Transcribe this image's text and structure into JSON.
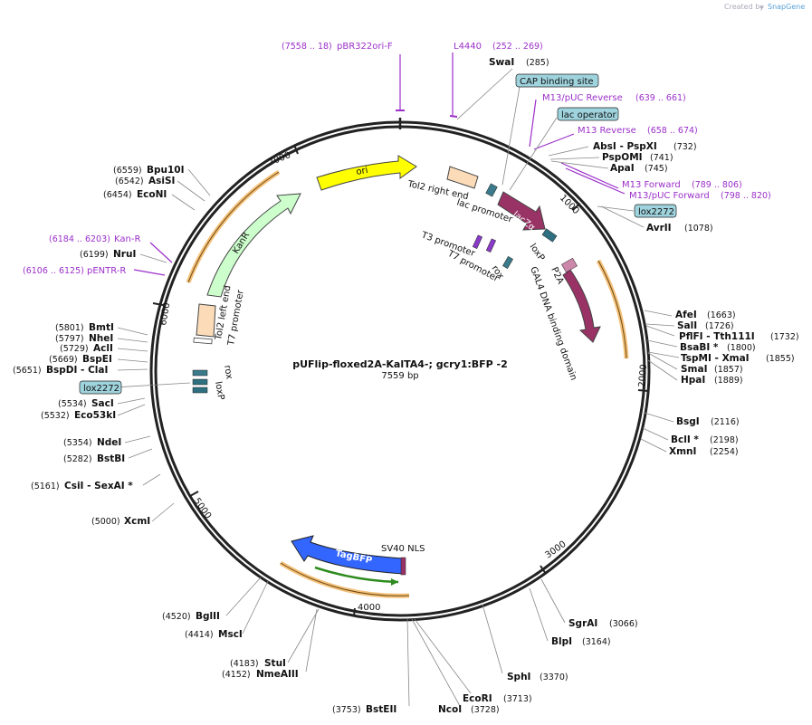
{
  "brand": {
    "created_by": "Created by",
    "product": "SnapGene"
  },
  "plasmid": {
    "name": "pUFlip-floxed2A-KalTA4-; gcry1:BFP -2",
    "length": "7559 bp"
  },
  "ticks": [
    "1000",
    "2000",
    "3000",
    "4000",
    "5000",
    "6000",
    "7000"
  ],
  "enzymes": [
    {
      "name": "SwaI",
      "pos": "(285)"
    },
    {
      "name": "AbsI",
      "sep": " - ",
      "name2": "PspXI",
      "pos": "(732)"
    },
    {
      "name": "PspOMI",
      "pos": "(741)"
    },
    {
      "name": "ApaI",
      "pos": "(745)"
    },
    {
      "name": "AvrII",
      "pos": "(1078)"
    },
    {
      "name": "AfeI",
      "pos": "(1663)"
    },
    {
      "name": "SalI",
      "pos": "(1726)"
    },
    {
      "name": "PflFI",
      "sep": " - ",
      "name2": "Tth111I",
      "pos": "(1732)"
    },
    {
      "name": "BsaBI *",
      "pos": "(1800)"
    },
    {
      "name": "TspMI",
      "sep": " - ",
      "name2": "XmaI",
      "pos": "(1855)"
    },
    {
      "name": "SmaI",
      "pos": "(1857)"
    },
    {
      "name": "HpaI",
      "pos": "(1889)"
    },
    {
      "name": "BsgI",
      "pos": "(2116)"
    },
    {
      "name": "BclI *",
      "pos": "(2198)"
    },
    {
      "name": "XmnI",
      "pos": "(2254)"
    },
    {
      "name": "SgrAI",
      "pos": "(3066)"
    },
    {
      "name": "BlpI",
      "pos": "(3164)"
    },
    {
      "name": "SphI",
      "pos": "(3370)"
    },
    {
      "name": "EcoRI",
      "pos": "(3713)"
    },
    {
      "name": "NcoI",
      "pos": "(3728)"
    },
    {
      "name": "BstEII",
      "pos": "(3753)"
    },
    {
      "name": "NmeAIII",
      "pos": "(4152)"
    },
    {
      "name": "StuI",
      "pos": "(4183)"
    },
    {
      "name": "MscI",
      "pos": "(4414)"
    },
    {
      "name": "BglII",
      "pos": "(4520)"
    },
    {
      "name": "XcmI",
      "pos": "(5000)"
    },
    {
      "name": "CsiI",
      "sep": " - ",
      "name2": "SexAI *",
      "pos": "(5161)"
    },
    {
      "name": "BstBI",
      "pos": "(5282)"
    },
    {
      "name": "NdeI",
      "pos": "(5354)"
    },
    {
      "name": "Eco53kI",
      "pos": "(5532)"
    },
    {
      "name": "SacI",
      "pos": "(5534)"
    },
    {
      "name": "BspDI",
      "sep": " - ",
      "name2": "ClaI",
      "pos": "(5651)"
    },
    {
      "name": "BspEI",
      "pos": "(5669)"
    },
    {
      "name": "AclI",
      "pos": "(5729)"
    },
    {
      "name": "NheI",
      "pos": "(5797)"
    },
    {
      "name": "BmtI",
      "pos": "(5801)"
    },
    {
      "name": "NruI",
      "pos": "(6199)"
    },
    {
      "name": "EcoNI",
      "pos": "(6454)"
    },
    {
      "name": "AsiSI",
      "pos": "(6542)"
    },
    {
      "name": "Bpu10I",
      "pos": "(6559)"
    }
  ],
  "primers": [
    {
      "name": "pBR322ori-F",
      "range": "(7558 .. 18)"
    },
    {
      "name": "L4440",
      "range": "(252 .. 269)"
    },
    {
      "name": "M13/pUC Reverse",
      "range": "(639 .. 661)"
    },
    {
      "name": "M13 Reverse",
      "range": "(658 .. 674)"
    },
    {
      "name": "M13 Forward",
      "range": "(789 .. 806)"
    },
    {
      "name": "M13/pUC Forward",
      "range": "(798 .. 820)"
    },
    {
      "name": "Kan-R",
      "range": "(6184 .. 6203)"
    },
    {
      "name": "pENTR-R",
      "range": "(6106 .. 6125)"
    }
  ],
  "boxed": [
    "CAP binding site",
    "lac operator",
    "lox2272",
    "lox2272"
  ],
  "features": {
    "ori": "ori",
    "kanr": "KanR",
    "lacz": "lacZα",
    "tagbfp": "TagBFP",
    "tol2_right": "Tol2 right end",
    "lac_promoter": "lac promoter",
    "t3": "T3 promoter",
    "t7a": "T7 promoter",
    "rox1": "rox",
    "loxp1": "loxP",
    "p2a": "P2A",
    "gal4": "GAL4 DNA binding domain",
    "tol2_left": "Tol2 left end",
    "t7b": "T7 promoter",
    "rox2": "rox",
    "loxp2": "loxP",
    "sv40": "SV40 NLS"
  },
  "colors": {
    "backbone": "#222222",
    "ori": "#ffff00",
    "kanr": "#ccffcc",
    "lacz": "#993366",
    "tagbfp": "#3366ff",
    "primer": "#9b30c9",
    "box_fill": "#9fd3dd"
  }
}
